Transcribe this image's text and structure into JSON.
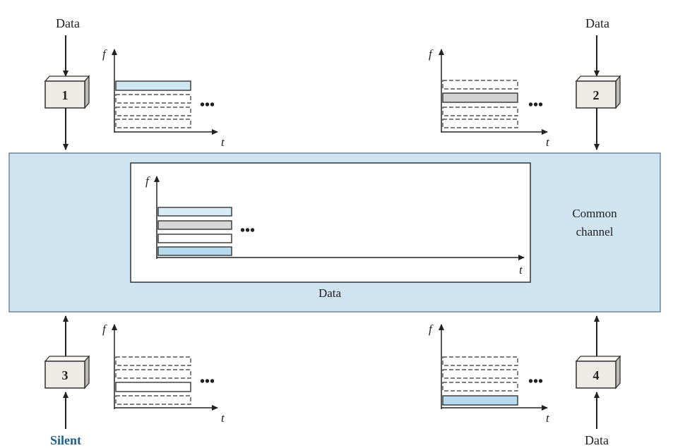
{
  "colors": {
    "channel_fill": "#cfe4f0",
    "active_band_blue": "#b6dbef",
    "active_band_gray": "#cfcfcf",
    "arrow": "#222222",
    "silent_text": "#1f5f8b",
    "station_face": "#ecebe6"
  },
  "stations": [
    {
      "id": "1",
      "label": "1",
      "io_label": "Data"
    },
    {
      "id": "2",
      "label": "2",
      "io_label": "Data"
    },
    {
      "id": "3",
      "label": "3",
      "io_label": "Silent"
    },
    {
      "id": "4",
      "label": "4",
      "io_label": "Data"
    }
  ],
  "axis": {
    "f_label": "f",
    "t_label": "t"
  },
  "ellipsis": "•••",
  "common_channel": {
    "label_line1": "Common",
    "label_line2": "channel"
  },
  "inner_box": {
    "caption": "Data"
  }
}
